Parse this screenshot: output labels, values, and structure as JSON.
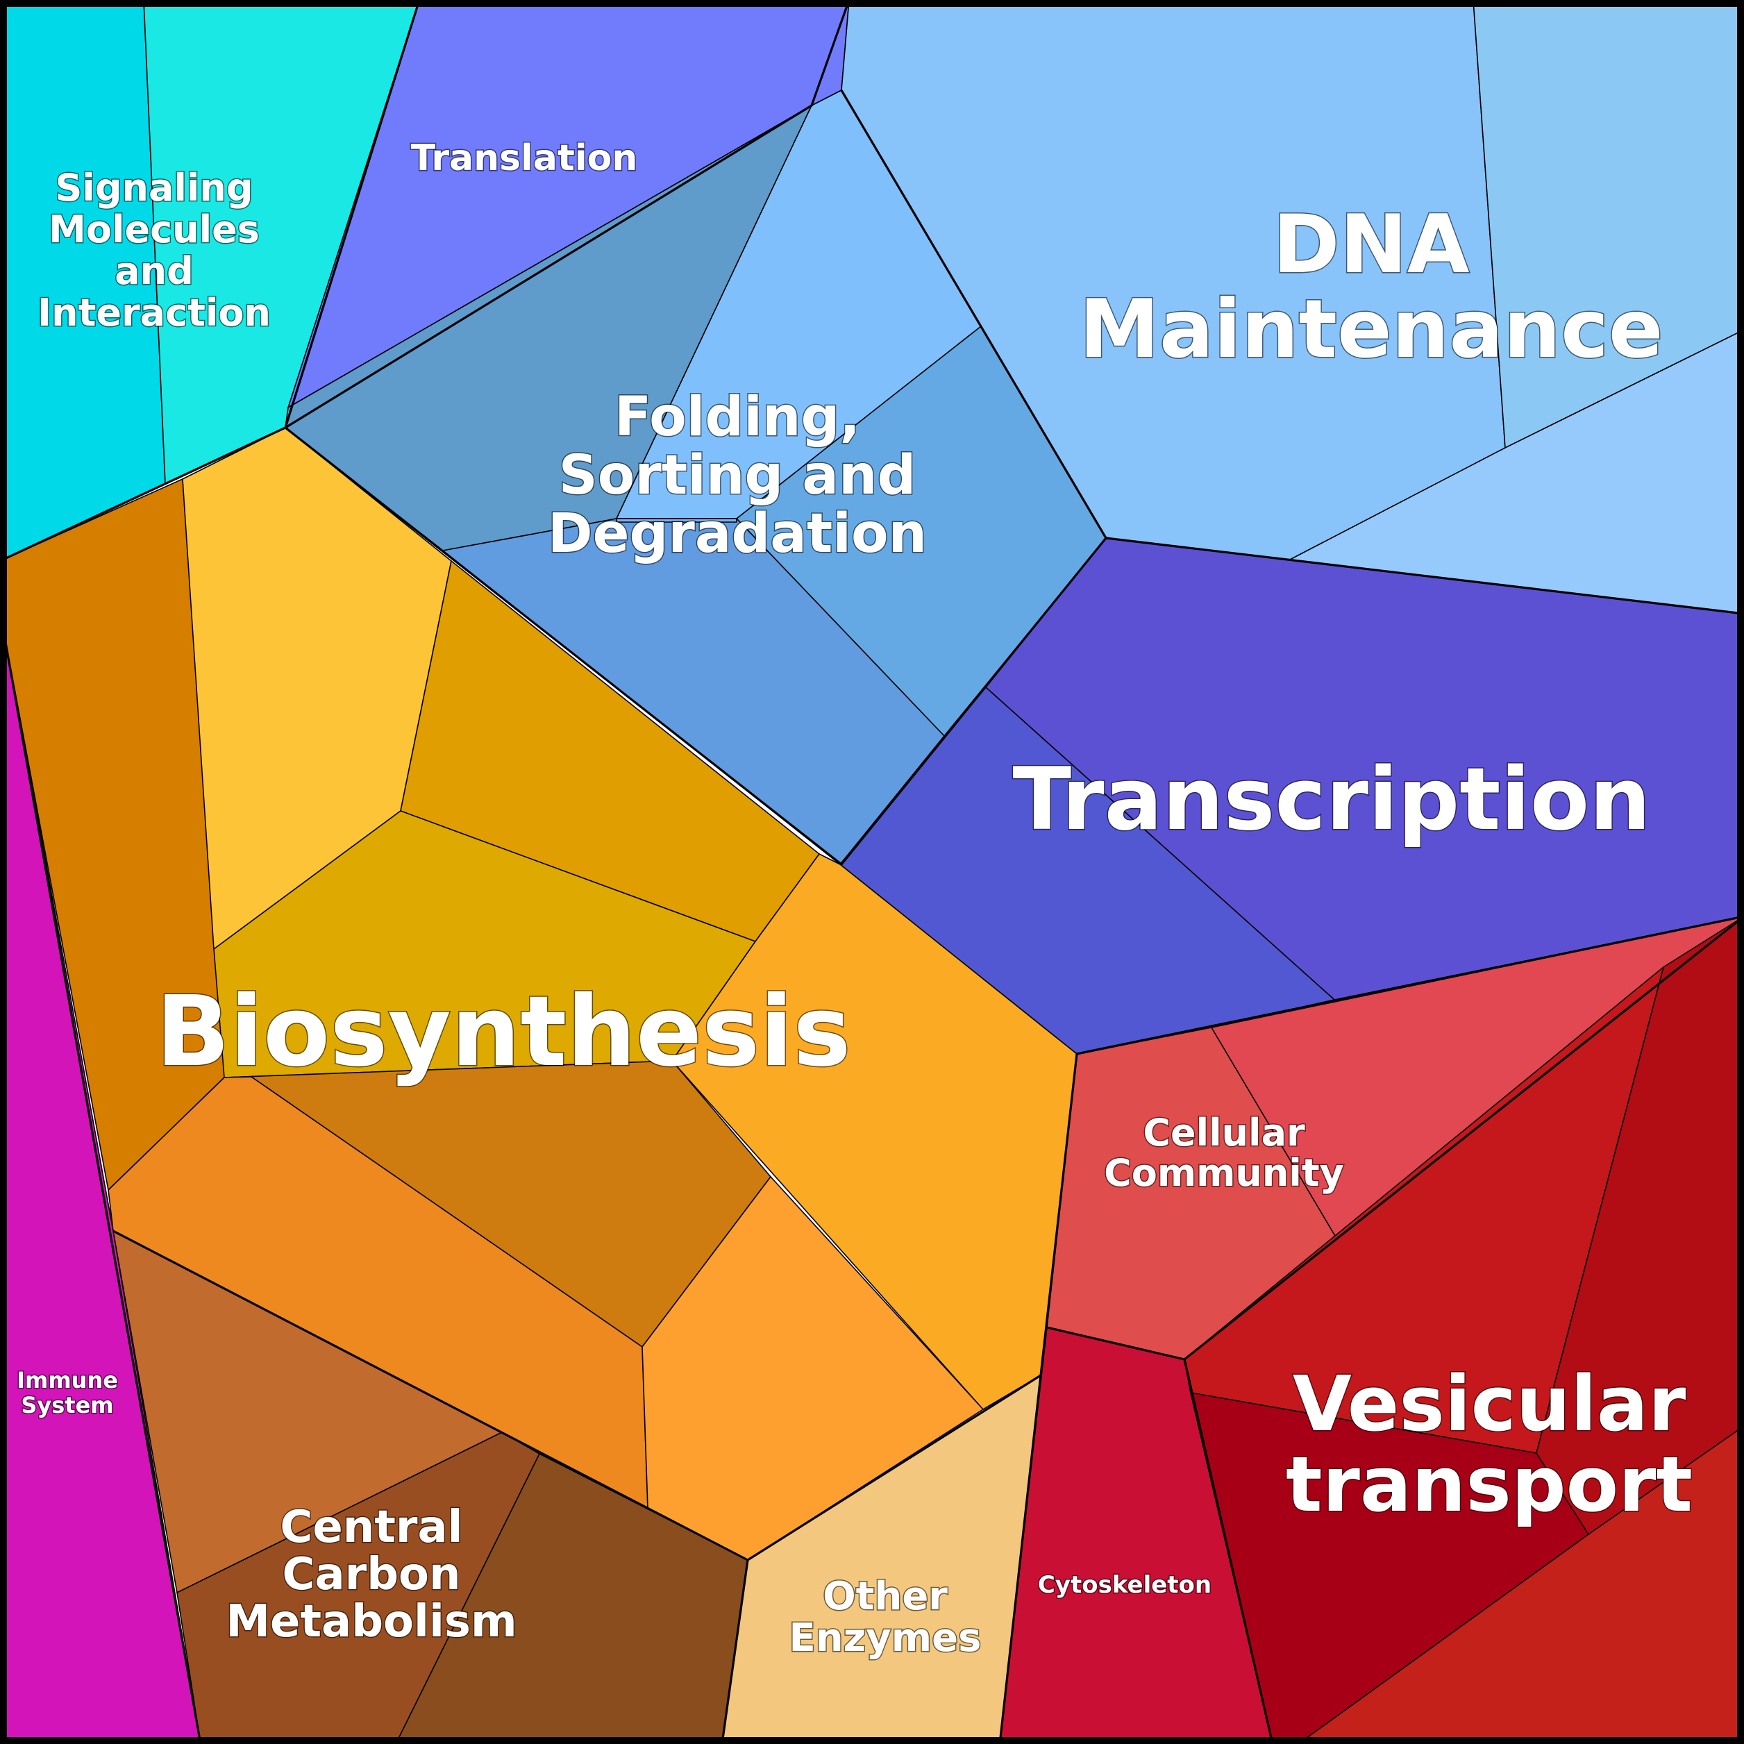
{
  "groups": [
    {
      "id": "signaling",
      "label_lines": [
        "Signaling",
        "Molecules",
        "and",
        "Interaction"
      ],
      "cells": [
        {
          "id": "sig-a",
          "color": "#00d9e8"
        },
        {
          "id": "sig-b",
          "color": "#19e8e4"
        }
      ]
    },
    {
      "id": "translation",
      "label_lines": [
        "Translation"
      ],
      "cells": [
        {
          "id": "tr-a",
          "color": "#717cfd"
        }
      ]
    },
    {
      "id": "folding",
      "label_lines": [
        "Folding,",
        "Sorting and",
        "Degradation"
      ],
      "cells": [
        {
          "id": "fold-a",
          "color": "#5f9bcb"
        },
        {
          "id": "fold-b",
          "color": "#7fc0fc"
        },
        {
          "id": "fold-c",
          "color": "#65a9e4"
        },
        {
          "id": "fold-d",
          "color": "#629ce0"
        },
        {
          "id": "fold-e",
          "color": "#76b5f7"
        }
      ]
    },
    {
      "id": "dna",
      "label_lines": [
        "DNA",
        "Maintenance"
      ],
      "cells": [
        {
          "id": "dna-a",
          "color": "#88c3fa"
        },
        {
          "id": "dna-b",
          "color": "#8cc8f4"
        },
        {
          "id": "dna-c",
          "color": "#96cafc"
        }
      ]
    },
    {
      "id": "transcription",
      "label_lines": [
        "Transcription"
      ],
      "cells": [
        {
          "id": "tx-a",
          "color": "#5d51d3"
        },
        {
          "id": "tx-b",
          "color": "#5258d1"
        }
      ]
    },
    {
      "id": "biosynthesis",
      "label_lines": [
        "Biosynthesis"
      ],
      "cells": [
        {
          "id": "bio-a",
          "color": "#d67e00"
        },
        {
          "id": "bio-b",
          "color": "#fec438"
        },
        {
          "id": "bio-c",
          "color": "#e09e00"
        },
        {
          "id": "bio-d",
          "color": "#dea900"
        },
        {
          "id": "bio-e",
          "color": "#fbaa23"
        },
        {
          "id": "bio-f",
          "color": "#ce7c0f"
        },
        {
          "id": "bio-g",
          "color": "#ee8920"
        },
        {
          "id": "bio-h",
          "color": "#fda030"
        }
      ]
    },
    {
      "id": "immune",
      "label_lines": [
        "Immune",
        "System"
      ],
      "cells": [
        {
          "id": "imm-a",
          "color": "#d214b9"
        }
      ]
    },
    {
      "id": "carbon",
      "label_lines": [
        "Central",
        "Carbon",
        "Metabolism"
      ],
      "cells": [
        {
          "id": "cc-a",
          "color": "#c26b2f"
        },
        {
          "id": "cc-b",
          "color": "#994e22"
        },
        {
          "id": "cc-c",
          "color": "#8a4d1e"
        }
      ]
    },
    {
      "id": "other-enzymes",
      "label_lines": [
        "Other",
        "Enzymes"
      ],
      "cells": [
        {
          "id": "oe-a",
          "color": "#f3c77d"
        }
      ]
    },
    {
      "id": "cellular",
      "label_lines": [
        "Cellular",
        "Community"
      ],
      "cells": [
        {
          "id": "cell-a",
          "color": "#df4d4d"
        },
        {
          "id": "cell-b",
          "color": "#e24852"
        }
      ]
    },
    {
      "id": "cytoskeleton",
      "label_lines": [
        "Cytoskeleton"
      ],
      "cells": [
        {
          "id": "cyto-a",
          "color": "#c90f34"
        }
      ]
    },
    {
      "id": "vesicular",
      "label_lines": [
        "Vesicular",
        "transport"
      ],
      "cells": [
        {
          "id": "ves-a",
          "color": "#c4181c"
        },
        {
          "id": "ves-b",
          "color": "#b20c15"
        },
        {
          "id": "ves-c",
          "color": "#a70016"
        },
        {
          "id": "ves-d",
          "color": "#c4211a"
        }
      ]
    }
  ]
}
